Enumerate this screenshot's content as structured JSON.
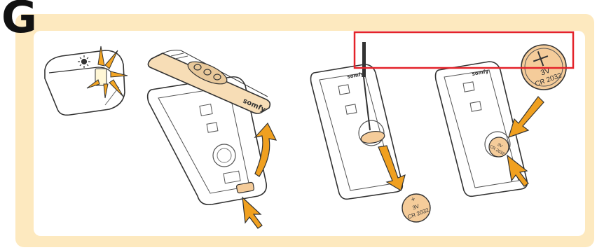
{
  "step": {
    "letter": "G"
  },
  "colors": {
    "frame_outer": "#fde9bf",
    "frame_inner": "#ffffff",
    "cover": "#f7ddb6",
    "battery": "#f5cc9a",
    "arrow": "#f0a020",
    "highlight_box": "#e4232a",
    "led_burst": "#f5a623"
  },
  "brand": {
    "text": "somfy"
  },
  "removed_battery": {
    "voltage": "3V",
    "model": "CR 2032",
    "sign": "+"
  },
  "new_battery": {
    "voltage": "3V",
    "model": "CR 2032",
    "sign": "+"
  },
  "panels": [
    {
      "name": "led-blinking",
      "icons": [
        "led-burst-icon",
        "sun-icon"
      ]
    },
    {
      "name": "remove-cover",
      "icons": [
        "curved-arrow-icon",
        "pointer-arrow-icon"
      ]
    },
    {
      "name": "remove-battery",
      "icons": [
        "screwdriver-icon",
        "arrow-down-icon"
      ]
    },
    {
      "name": "insert-battery",
      "icons": [
        "arrow-diagonal-icon",
        "pointer-arrow-icon"
      ]
    }
  ]
}
